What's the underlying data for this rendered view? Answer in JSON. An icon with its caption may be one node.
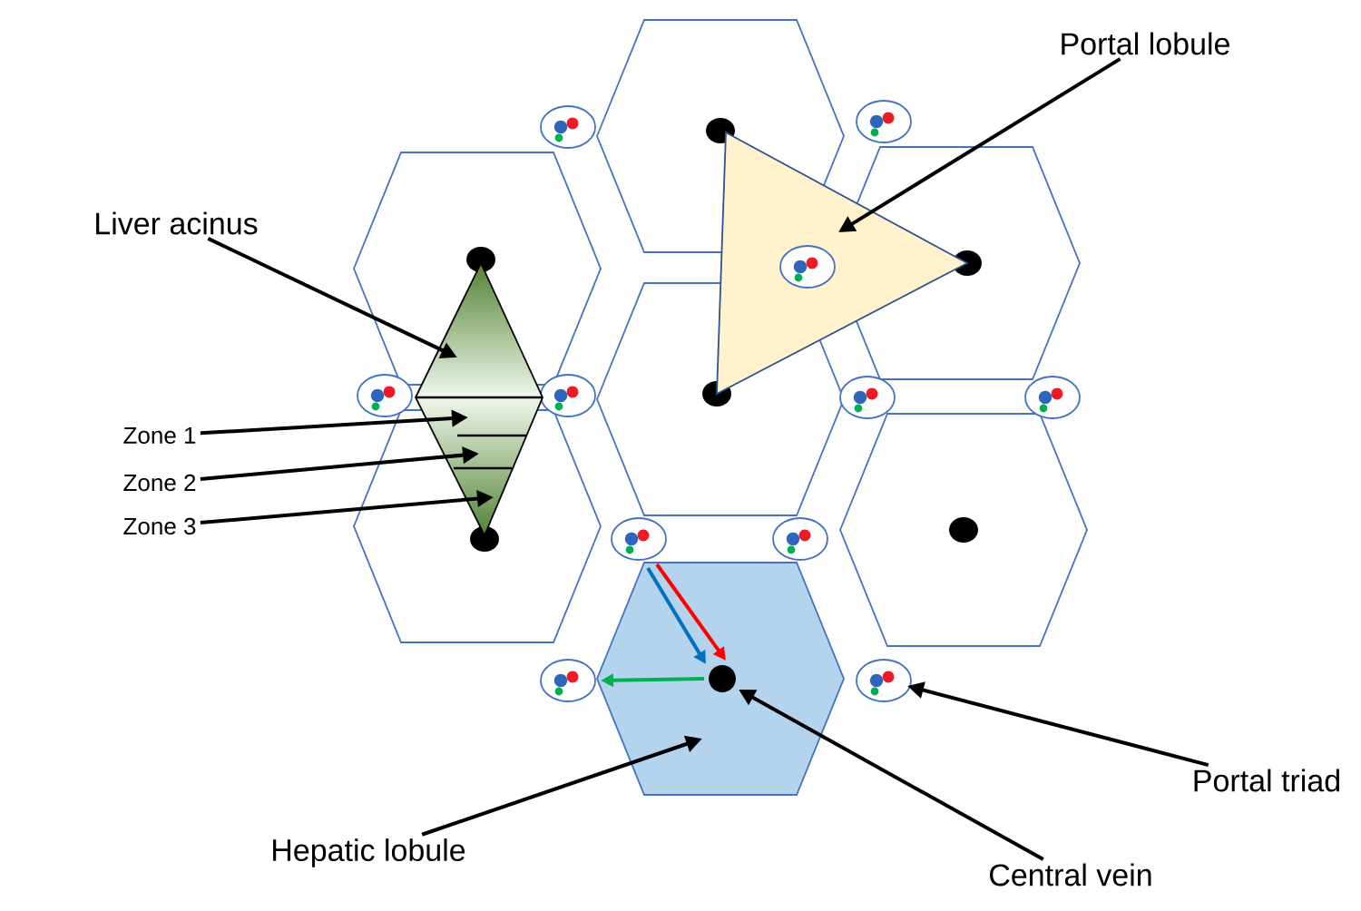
{
  "diagram": {
    "nodes": [
      {
        "text": [
          "Portal lobule"
        ]
      },
      {
        "text": [],
        "shape": "triangle"
      },
      {
        "text": [
          "Liver acinus"
        ]
      },
      {
        "text": [],
        "shape": "diamond"
      },
      {
        "text": [
          "Zone 1"
        ]
      },
      {
        "text": [
          "Zone 2"
        ]
      },
      {
        "text": [
          "Zone 3"
        ]
      },
      {
        "text": [],
        "shape": "hexagon"
      },
      {
        "text": [],
        "shape": "circle",
        "in": 7
      },
      {
        "text": [],
        "shape": "circle"
      },
      {
        "text": [
          "Portal triad"
        ]
      },
      {
        "text": [
          "Hepatic lobule"
        ]
      },
      {
        "text": [
          "Central vein"
        ]
      },
      {
        "text": [],
        "shape": "circle"
      },
      {
        "text": [],
        "shape": "circle"
      }
    ],
    "edges": [
      {
        "from": 0,
        "to": 1,
        "arrow": "to"
      },
      {
        "from": 2,
        "to": 3,
        "arrow": "to"
      },
      {
        "from": 4,
        "to": 3,
        "arrow": "to"
      },
      {
        "from": 5,
        "to": 3,
        "arrow": "to"
      },
      {
        "from": 6,
        "to": 3,
        "arrow": "to"
      },
      {
        "from": 10,
        "to": 9,
        "arrow": "to"
      },
      {
        "from": 11,
        "to": 7,
        "arrow": "to"
      },
      {
        "from": 12,
        "to": 8,
        "arrow": "to"
      },
      {
        "from": 13,
        "to": 8,
        "arrow": "to",
        "color": "#ff0000"
      },
      {
        "from": 13,
        "to": 8,
        "arrow": "to",
        "color": "#0070c0"
      },
      {
        "from": 8,
        "to": 14,
        "arrow": "to",
        "color": "#00b050"
      }
    ]
  }
}
